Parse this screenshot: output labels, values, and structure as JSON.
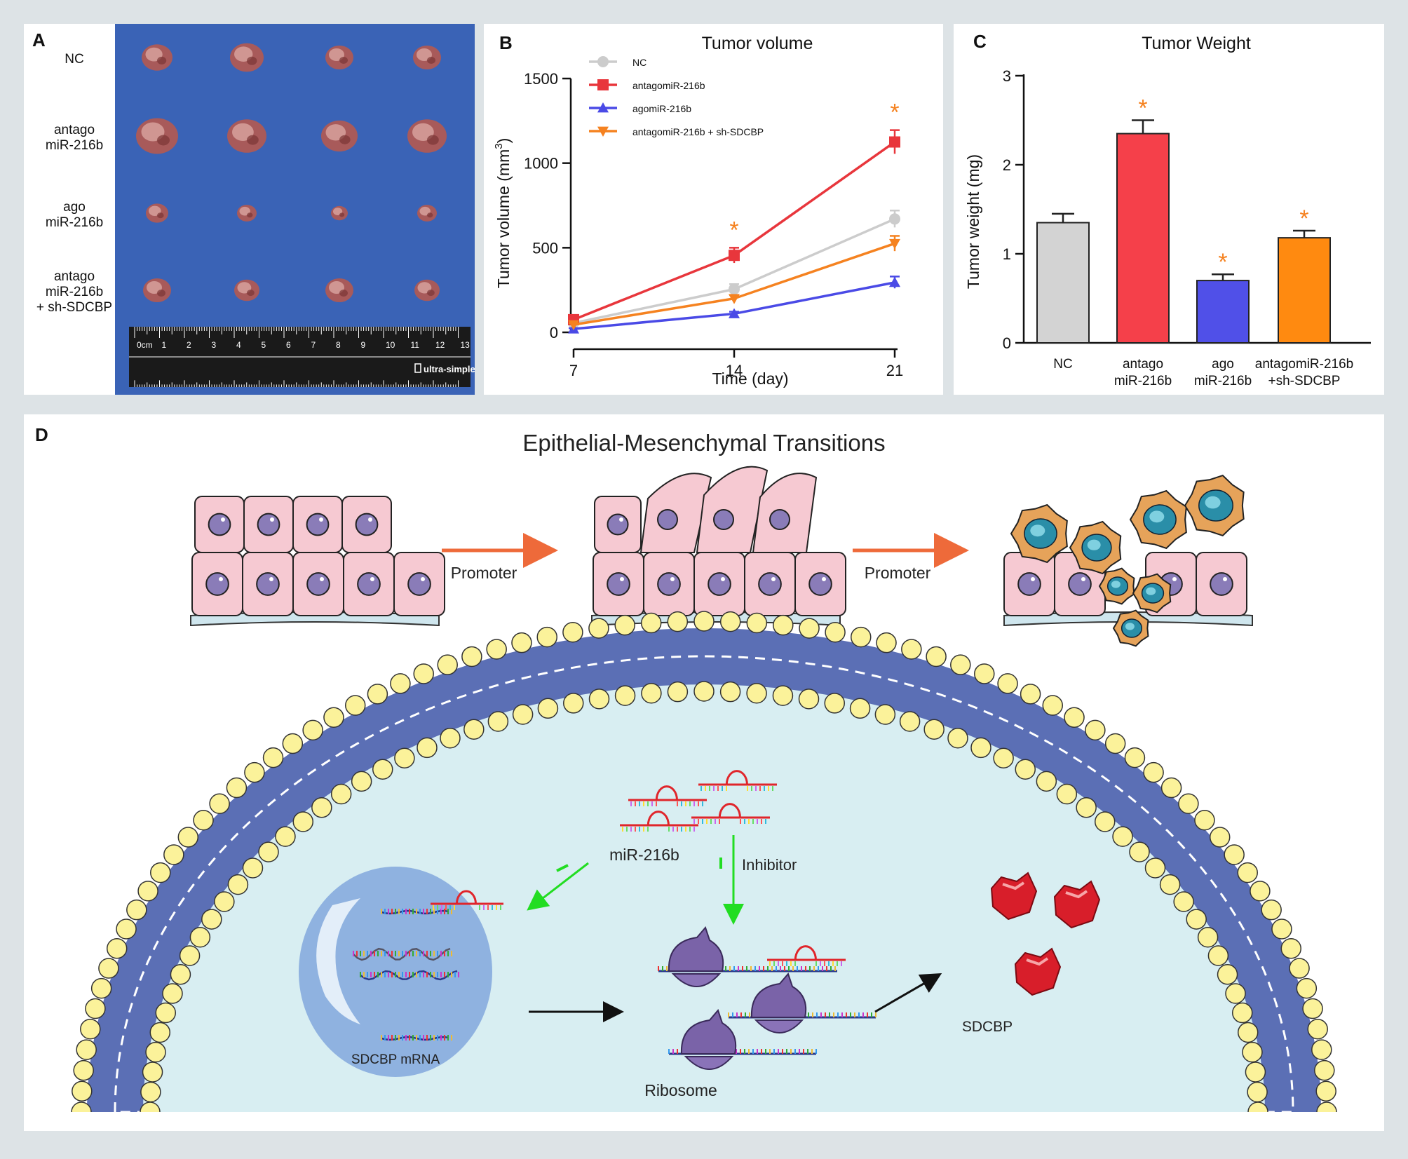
{
  "panel_a": {
    "letter": "A",
    "rows": [
      {
        "label_lines": [
          "NC"
        ]
      },
      {
        "label_lines": [
          "antago",
          "miR-216b"
        ]
      },
      {
        "label_lines": [
          "ago",
          "miR-216b"
        ]
      },
      {
        "label_lines": [
          "antago",
          "miR-216b",
          "+ sh-SDCBP"
        ]
      }
    ],
    "ruler_brand": "ultra-simple",
    "ruler_numbers": [
      "0cm",
      "1",
      "2",
      "3",
      "4",
      "5",
      "6",
      "7",
      "8",
      "9",
      "10",
      "11",
      "12",
      "13"
    ],
    "colors": {
      "background": "#3a63b6"
    }
  },
  "panel_b": {
    "letter": "B",
    "star": "*"
  },
  "panel_c": {
    "letter": "C",
    "star": "*"
  },
  "chart_data": [
    {
      "type": "line",
      "title": "Tumor volume",
      "xlabel": "Time (day)",
      "ylabel": "Tumor volume (mm3)",
      "x": [
        7,
        14,
        21
      ],
      "xticks": [
        "7",
        "14",
        "21"
      ],
      "ylim": [
        0,
        1500
      ],
      "yticks": [
        "0",
        "500",
        "1000",
        "1500"
      ],
      "legend_position": "top-left",
      "series": [
        {
          "name": "NC",
          "values": [
            55,
            255,
            670
          ],
          "errors": [
            10,
            30,
            50
          ],
          "color": "#cccccc",
          "marker": "circle"
        },
        {
          "name": "antagomiR-216b",
          "values": [
            75,
            455,
            1125
          ],
          "errors": [
            12,
            45,
            70
          ],
          "color": "#e8363c",
          "marker": "square"
        },
        {
          "name": "agomiR-216b",
          "values": [
            20,
            110,
            295
          ],
          "errors": [
            5,
            12,
            35
          ],
          "color": "#4a4ae6",
          "marker": "triangle-up"
        },
        {
          "name": "antagomiR-216b + sh-SDCBP",
          "values": [
            45,
            200,
            525
          ],
          "errors": [
            8,
            20,
            45
          ],
          "color": "#f58220",
          "marker": "triangle-down"
        }
      ],
      "significance": [
        {
          "x": 14,
          "label": "*"
        },
        {
          "x": 21,
          "label": "*"
        }
      ]
    },
    {
      "type": "bar",
      "title": "Tumor Weight",
      "xlabel": "",
      "ylabel": "Tumor weight (mg)",
      "categories": [
        [
          "NC"
        ],
        [
          "antago",
          "miR-216b"
        ],
        [
          "ago",
          "miR-216b"
        ],
        [
          "antagomiR-216b",
          "+sh-SDCBP"
        ]
      ],
      "values": [
        1.35,
        2.35,
        0.7,
        1.18
      ],
      "errors": [
        0.1,
        0.15,
        0.07,
        0.08
      ],
      "colors": [
        "#d3d3d3",
        "#f5404a",
        "#5050e8",
        "#ff8a10"
      ],
      "significant": [
        false,
        true,
        true,
        true
      ],
      "ylim": [
        0,
        3
      ],
      "yticks": [
        "0",
        "1",
        "2",
        "3"
      ]
    }
  ],
  "panel_d": {
    "letter": "D",
    "title": "Epithelial-Mesenchymal Transitions",
    "arrow_label_1": "Promoter",
    "arrow_label_2": "Promoter",
    "mirna_label": "miR-216b",
    "inhibitor_label": "Inhibitor",
    "mrna_label": "SDCBP mRNA",
    "ribosome_label": "Ribosome",
    "protein_label": "SDCBP",
    "colors": {
      "cell_pink": "#f6c9d2",
      "nucleus_purple": "#8a7cb8",
      "membrane_blue": "#5b6fb5",
      "lipid_yellow": "#fbf29a",
      "cytoplasm": "#d8eef2",
      "nucleus_blue": "#8fb2e0",
      "arrow_orange": "#ee6a3a",
      "arrow_green": "#22dd22",
      "protein_red": "#d81e2a"
    }
  }
}
